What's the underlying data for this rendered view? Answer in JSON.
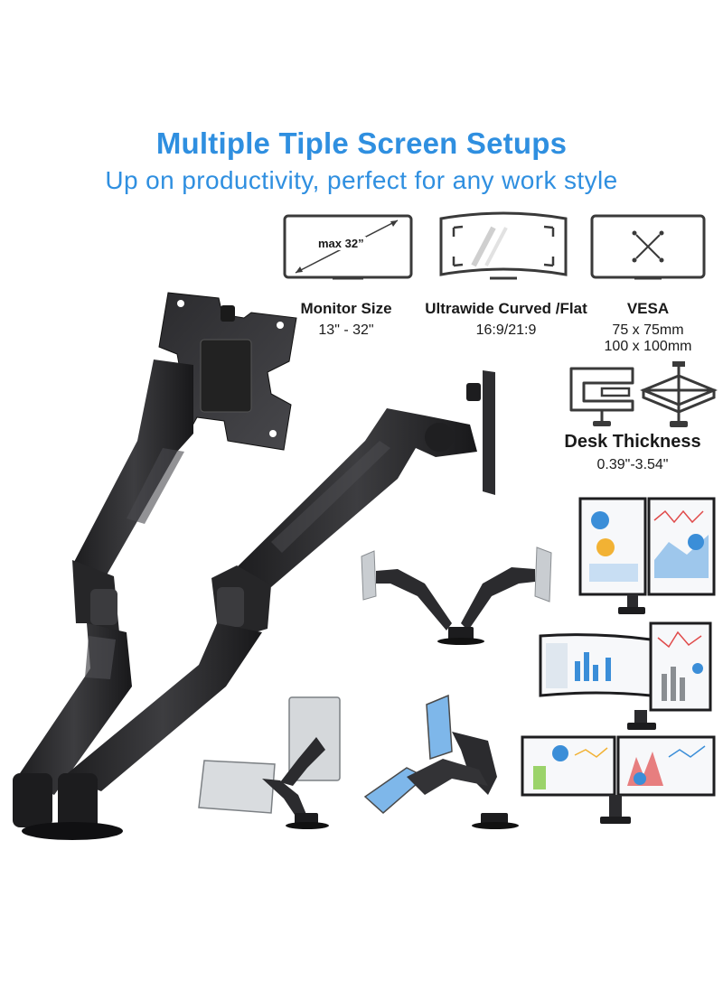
{
  "header": {
    "title": "Multiple Tiple Screen Setups",
    "subtitle": "Up on productivity, perfect for any work style"
  },
  "specs": [
    {
      "icon": "monitor-size-icon",
      "icon_text": "max 32”",
      "label": "Monitor Size",
      "value": "13\" - 32\""
    },
    {
      "icon": "curved-monitor-icon",
      "label": "Ultrawide Curved /Flat",
      "value": "16:9/21:9"
    },
    {
      "icon": "vesa-icon",
      "label": "VESA",
      "value_lines": [
        "75 x 75mm",
        "100 x 100mm"
      ]
    }
  ],
  "desk": {
    "icons": [
      "c-clamp-icon",
      "grommet-mount-icon"
    ],
    "label": "Desk Thickness",
    "value": "0.39\"-3.54\""
  },
  "colors": {
    "accent": "#2f8fe0",
    "arm": "#2a2a2c",
    "text": "#1a1a1a"
  }
}
